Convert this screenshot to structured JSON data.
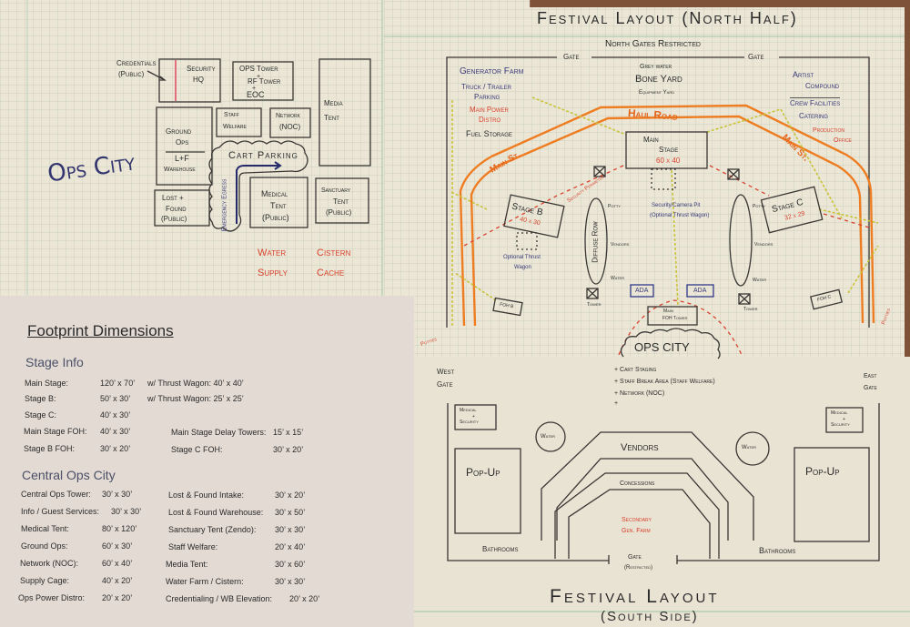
{
  "ops_city_sketch": {
    "title": "Ops City",
    "credentials": [
      "Credentials",
      "(Public)"
    ],
    "security_hq": [
      "Security",
      "HQ"
    ],
    "ops_tower": [
      "OPS Tower",
      "+",
      "RF Tower",
      "+",
      "EOC"
    ],
    "media_tent": [
      "Media",
      "Tent"
    ],
    "ground_ops": [
      "Ground",
      "Ops"
    ],
    "lf_warehouse": [
      "L+F",
      "Warehouse"
    ],
    "staff_welfare": [
      "Staff",
      "Welfare"
    ],
    "network": [
      "Network",
      "(NOC)"
    ],
    "cart_parking": "Cart Parking",
    "emergency_egress": "Emergency Egress",
    "medical_tent": [
      "Medical",
      "Tent",
      "(Public)"
    ],
    "sanctuary_tent": [
      "Sanctuary",
      "Tent",
      "(Public)"
    ],
    "lost_found": [
      "Lost +",
      "Found",
      "(Public)"
    ],
    "water_supply": [
      "Water",
      "Supply"
    ],
    "cistern_cache": [
      "Cistern",
      "Cache"
    ]
  },
  "north_layout": {
    "title": "Festival Layout (North Half)",
    "north_gates": "North Gates Restricted",
    "gate_labels": [
      "Gate",
      "Gate"
    ],
    "generator_farm": "Generator Farm",
    "truck_trailer": [
      "Truck / Trailer",
      "Parking"
    ],
    "main_power": [
      "Main Power",
      "Distro"
    ],
    "fuel_storage": "Fuel Storage",
    "grey_water": "Grey water",
    "bone_yard": "Bone Yard",
    "equipment_yard": "Equipment Yard",
    "artist_compound": [
      "Artist",
      "Compound"
    ],
    "crew_facilities": "Crew Facilities",
    "catering": "Catering",
    "production_office": [
      "Production",
      "Office"
    ],
    "haul_road": "Haul Road",
    "main_st": [
      "Main St.",
      "Main St."
    ],
    "main_stage": [
      "Main",
      "Stage",
      "60 x 40"
    ],
    "stage_b": [
      "Stage B",
      "40 x 30"
    ],
    "stage_c": [
      "Stage C",
      "32 x 29"
    ],
    "security_perimeter": "Security Perimeter",
    "security_camera_pit": [
      "Security/Camera Pit",
      "(Optional Thrust Wagon)"
    ],
    "optional_thrust_wagon": [
      "Optional Thrust",
      "Wagon"
    ],
    "diffuse_row": "Diffuse Row",
    "potty": [
      "Potty",
      "Potty"
    ],
    "vendors": [
      "Vendors",
      "Vendors"
    ],
    "water": [
      "Water",
      "Water"
    ],
    "tower": [
      "Tower",
      "Tower"
    ],
    "ada": [
      "ADA",
      "ADA"
    ],
    "main_foh_tower": [
      "Main",
      "FOH Tower"
    ],
    "foh_b": "FOH B",
    "foh_c": "FOH C",
    "ops_city": "OPS CITY",
    "potties": [
      "Potties",
      "Potties"
    ],
    "colors": {
      "road": "#ee7d22",
      "perimeter": "#d8432e",
      "fence": "#c9c33a"
    }
  },
  "south_layout": {
    "title": "Festival Layout",
    "subtitle": "(South Side)",
    "west_gate": [
      "West",
      "Gate"
    ],
    "east_gate": [
      "East",
      "Gate"
    ],
    "notes": [
      "+ Cart Staging",
      "+ Staff Break Area (Staff Welfare)",
      "+ Network (NOC)",
      "+"
    ],
    "medical_security": [
      "Medical",
      "+",
      "Security"
    ],
    "water": [
      "Water",
      "Water"
    ],
    "pop_up": [
      "Pop-Up",
      "Pop-Up"
    ],
    "vendors": "Vendors",
    "concessions": "Concessions",
    "secondary_gen_farm": [
      "Secondary",
      "Gen. Farm"
    ],
    "bathrooms": [
      "Bathrooms",
      "Bathrooms"
    ],
    "gate": [
      "Gate",
      "(Restricted)"
    ]
  },
  "footprint_dimensions": {
    "title": "Footprint Dimensions",
    "stage_info": {
      "heading": "Stage Info",
      "rows": [
        {
          "label": "Main Stage:",
          "value": "120’ x 70’",
          "extra": "w/ Thrust Wagon: 40’ x 40’"
        },
        {
          "label": "Stage B:",
          "value": "50’ x 30’",
          "extra": "w/ Thrust Wagon: 25’ x 25’"
        },
        {
          "label": "Stage C:",
          "value": "40’ x 30’"
        },
        {
          "label": "Main Stage FOH:",
          "value": "40’ x 30’",
          "label2": "Main Stage Delay Towers:",
          "value2": "15’ x 15’"
        },
        {
          "label": "Stage B FOH:",
          "value": "30’ x 20’",
          "label2": "Stage C FOH:",
          "value2": "30’ x 20’"
        }
      ]
    },
    "central_ops": {
      "heading": "Central Ops City",
      "rows": [
        {
          "label": "Central Ops Tower:",
          "value": "30’ x 30’",
          "label2": "Lost & Found Intake:",
          "value2": "30’ x 20’"
        },
        {
          "label": "Info / Guest Services:",
          "value": "30’ x 30’",
          "label2": "Lost & Found Warehouse:",
          "value2": "30’ x 50’"
        },
        {
          "label": "Medical Tent:",
          "value": "80’ x 120’",
          "label2": "Sanctuary Tent (Zendo):",
          "value2": "30’ x 30’"
        },
        {
          "label": "Ground Ops:",
          "value": "60’ x 30’",
          "label2": "Staff Welfare:",
          "value2": "20’ x 40’"
        },
        {
          "label": "Network (NOC):",
          "value": "60’ x 40’",
          "label2": "Media Tent:",
          "value2": "30’ x 60’"
        },
        {
          "label": "Supply Cage:",
          "value": "40’ x 20’",
          "label2": "Water Farm / Cistern:",
          "value2": "30’ x 30’"
        },
        {
          "label": "Ops Power Distro:",
          "value": "20’ x 20’",
          "label2": "Credentialing / WB Elevation:",
          "value2": "20’ x 20’"
        }
      ]
    }
  }
}
